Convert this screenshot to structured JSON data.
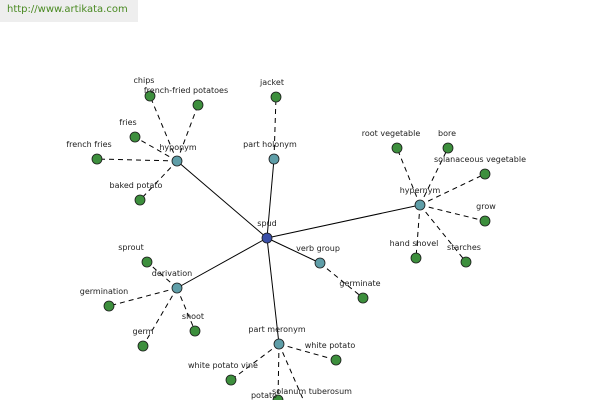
{
  "watermark": {
    "text": "http://www.artikata.com"
  },
  "colors": {
    "root": "#3a4fa8",
    "relation": "#5f9ea8",
    "leaf": "#3d8f3d",
    "stroke": "#1a1a1a"
  },
  "root": {
    "id": "spud",
    "label": "spud"
  },
  "relations": [
    {
      "id": "hyponym",
      "label": "hyponym",
      "children": [
        {
          "id": "chips",
          "label": "chips"
        },
        {
          "id": "french-fried-potatoes",
          "label": "french-fried potatoes"
        },
        {
          "id": "fries",
          "label": "fries"
        },
        {
          "id": "french-fries",
          "label": "french fries"
        },
        {
          "id": "baked-potato",
          "label": "baked potato"
        }
      ]
    },
    {
      "id": "part-holonym",
      "label": "part holonym",
      "children": [
        {
          "id": "jacket",
          "label": "jacket"
        }
      ]
    },
    {
      "id": "hypernym",
      "label": "hypernym",
      "children": [
        {
          "id": "root-vegetable",
          "label": "root vegetable"
        },
        {
          "id": "bore",
          "label": "bore"
        },
        {
          "id": "solanaceous-vegetable",
          "label": "solanaceous vegetable"
        },
        {
          "id": "grow",
          "label": "grow"
        },
        {
          "id": "starches",
          "label": "starches"
        },
        {
          "id": "hand-shovel",
          "label": "hand shovel"
        }
      ]
    },
    {
      "id": "verb-group",
      "label": "verb group",
      "children": [
        {
          "id": "germinate",
          "label": "germinate"
        }
      ]
    },
    {
      "id": "derivation",
      "label": "derivation",
      "children": [
        {
          "id": "sprout",
          "label": "sprout"
        },
        {
          "id": "germination",
          "label": "germination"
        },
        {
          "id": "germ",
          "label": "germ"
        },
        {
          "id": "shoot",
          "label": "shoot"
        }
      ]
    },
    {
      "id": "part-meronym",
      "label": "part meronym",
      "children": [
        {
          "id": "white-potato",
          "label": "white potato"
        },
        {
          "id": "white-potato-vine",
          "label": "white potato vine"
        },
        {
          "id": "potato",
          "label": "potato"
        },
        {
          "id": "solanum-tuberosum",
          "label": "solanum tuberosum"
        }
      ]
    }
  ]
}
